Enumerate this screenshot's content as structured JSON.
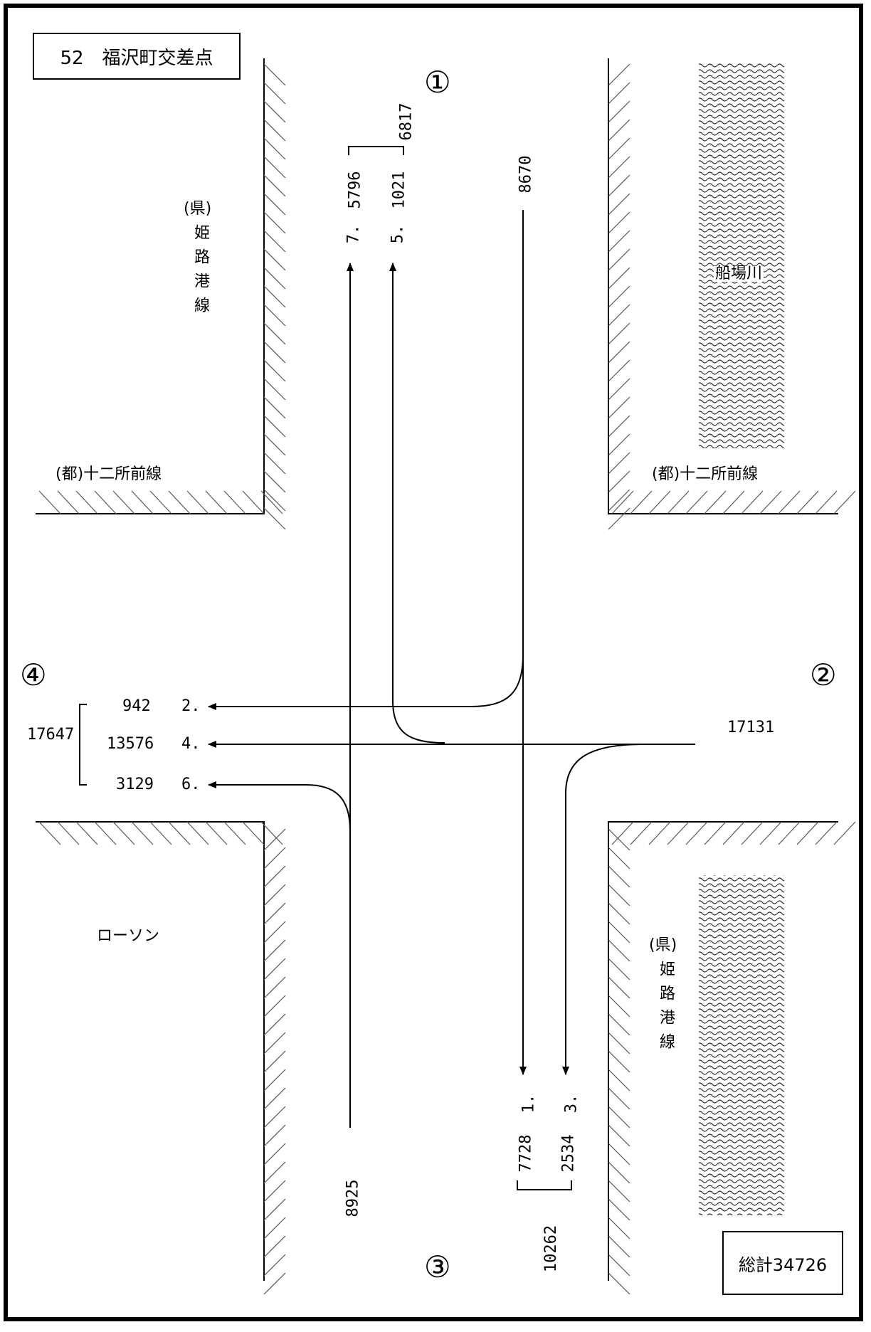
{
  "title": "52　福沢町交差点",
  "total": "総計34726",
  "approaches": {
    "north": "①",
    "east": "②",
    "south": "③",
    "west": "④"
  },
  "roads": {
    "ken_route_prefix": "(県)",
    "ken_route_name": "姫路港線",
    "to_route": "(都)十二所前線",
    "river": "船場川",
    "store": "ローソン"
  },
  "flows": {
    "north_in": "8670",
    "east_in": "17131",
    "south_in": "8925",
    "north_out_total": "6817",
    "north_out_7_label": "7.",
    "north_out_7_value": "5796",
    "north_out_5_label": "5.",
    "north_out_5_value": "1021",
    "south_out_total": "10262",
    "south_out_1_label": "1.",
    "south_out_1_value": "7728",
    "south_out_3_label": "3.",
    "south_out_3_value": "2534",
    "west_out_total": "17647",
    "west_out_2_label": "2.",
    "west_out_2_value": "942",
    "west_out_4_label": "4.",
    "west_out_4_value": "13576",
    "west_out_6_label": "6.",
    "west_out_6_value": "3129"
  }
}
